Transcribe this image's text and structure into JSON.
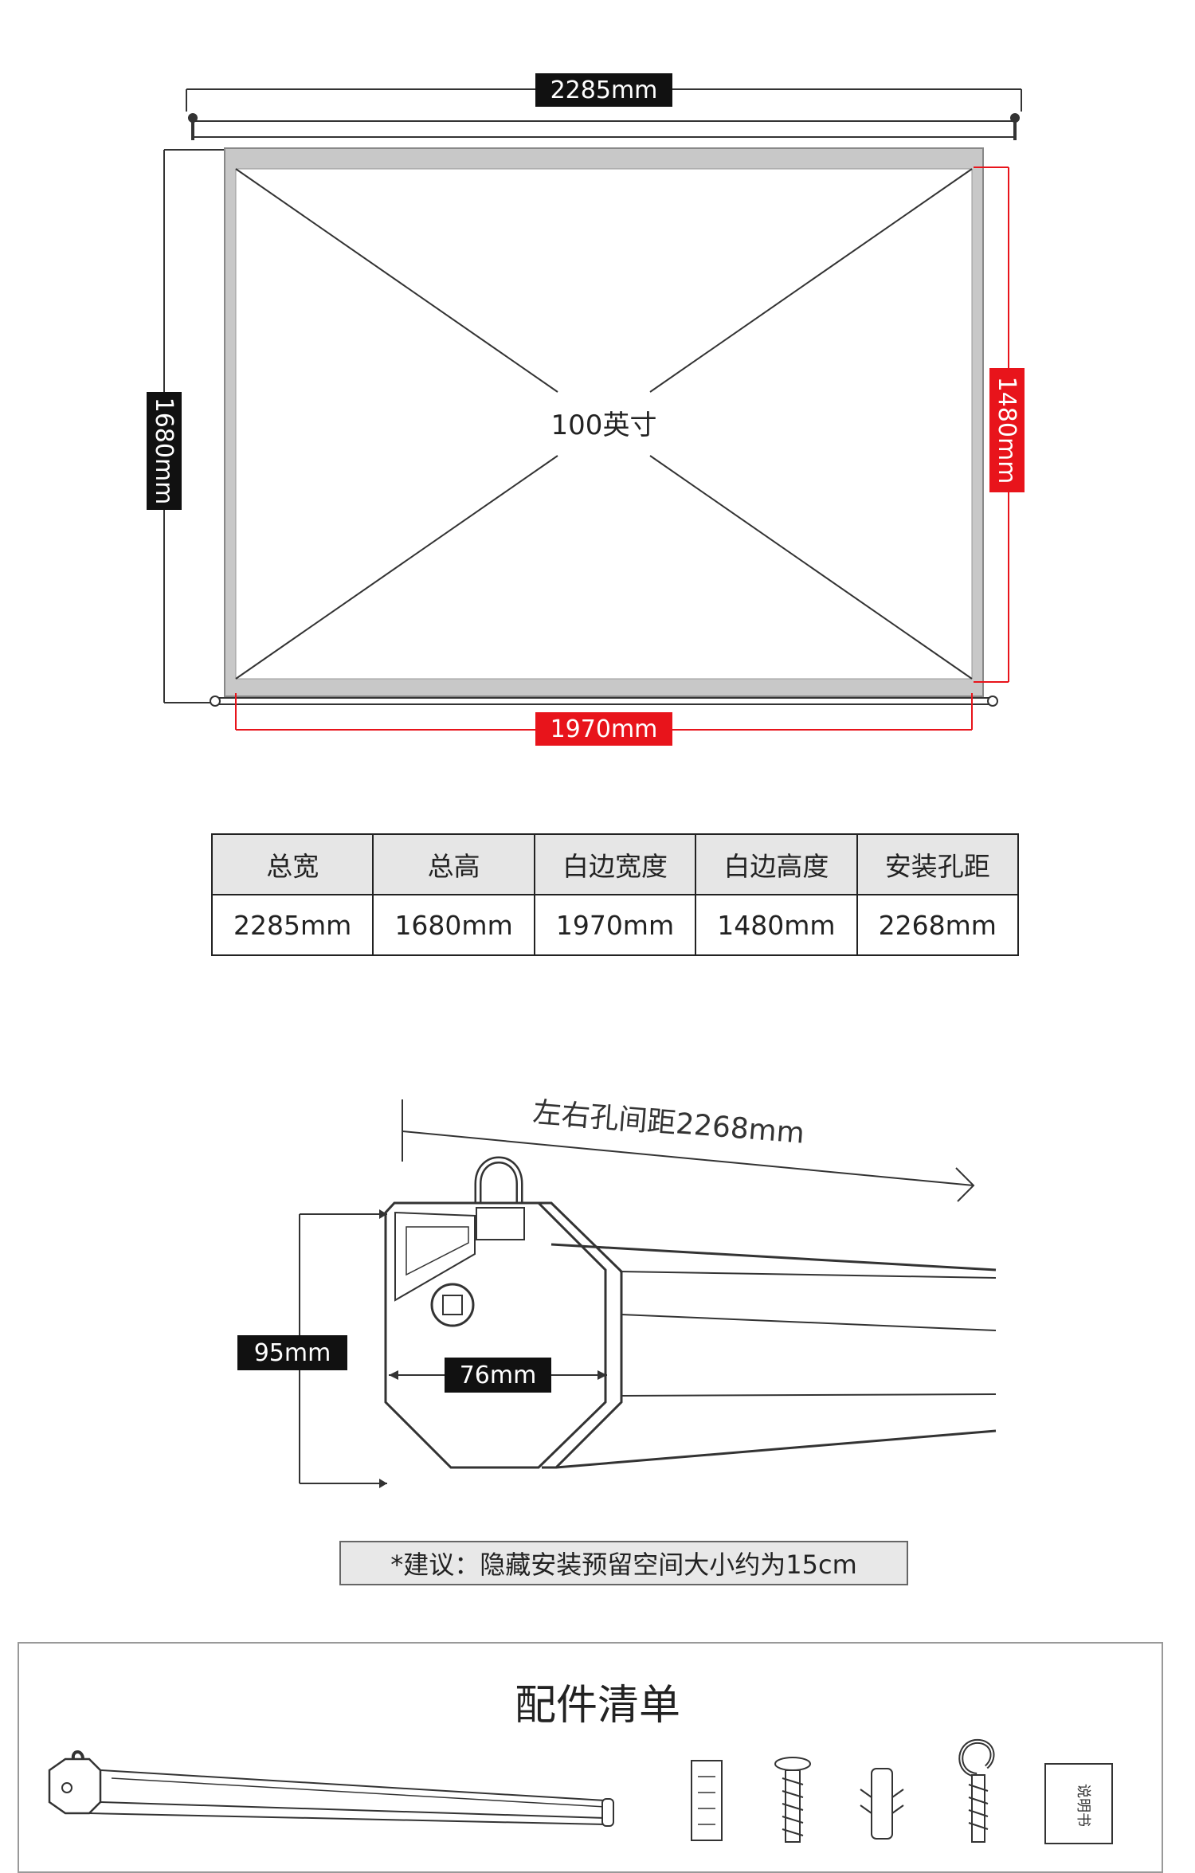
{
  "screen_diagram": {
    "total_width": "2285mm",
    "total_height": "1680mm",
    "screen_size": "100英寸",
    "border_height": "1480mm",
    "border_width": "1970mm"
  },
  "spec_table": {
    "headers": [
      "总宽",
      "总高",
      "白边宽度",
      "白边高度",
      "安装孔距"
    ],
    "values": [
      "2285mm",
      "1680mm",
      "1970mm",
      "1480mm",
      "2268mm"
    ]
  },
  "case_diagram": {
    "hole_spacing": "左右孔间距2268mm",
    "height": "95mm",
    "width": "76mm"
  },
  "note": "*建议：隐藏安装预留空间大小约为15cm",
  "accessories": {
    "title": "配件清单",
    "manual_label": "说明书"
  },
  "colors": {
    "accent_red": "#e8141b",
    "label_black": "#111111"
  }
}
